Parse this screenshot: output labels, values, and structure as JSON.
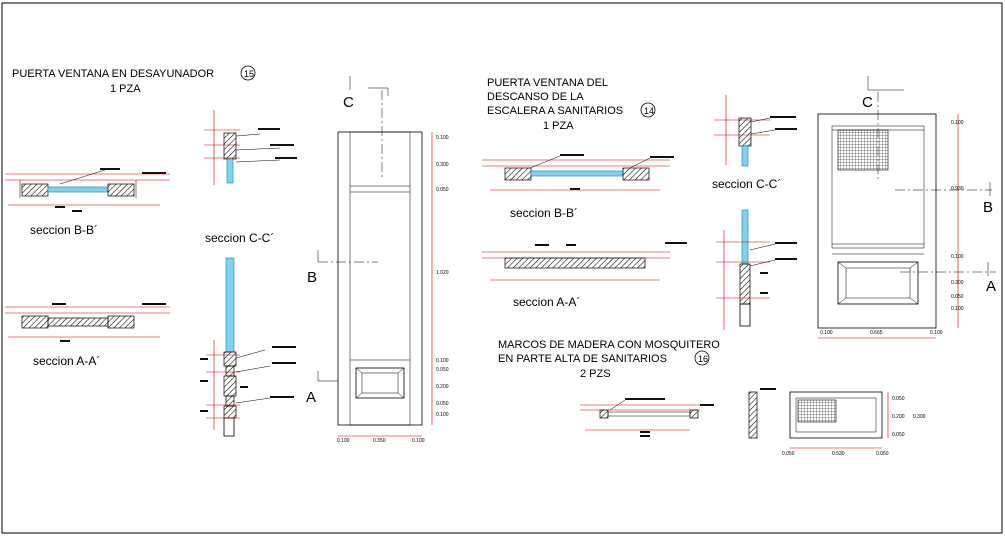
{
  "drawing_1": {
    "title_line1": "PUERTA VENTANA EN DESAYUNADOR",
    "title_number": "15",
    "quantity": "1 PZA",
    "sections": {
      "bb": "seccion B-B´",
      "aa": "seccion A-A´",
      "cc": "seccion C-C´"
    },
    "cut_labels": {
      "c": "C",
      "b": "B",
      "a": "A"
    },
    "elevation_dims_right": [
      "0.100",
      "0.300",
      "0.050",
      "1.020",
      "0.100",
      "0.050",
      "0.200",
      "0.050",
      "0.100"
    ],
    "elevation_dims_bottom": [
      "0.100",
      "0.350",
      "0.100"
    ]
  },
  "drawing_2": {
    "title_line1": "PUERTA VENTANA DEL",
    "title_line2": "DESCANSO DE LA",
    "title_line3": "ESCALERA A SANITARIOS",
    "title_number": "14",
    "quantity": "1 PZA",
    "sections": {
      "bb": "seccion B-B´",
      "aa": "seccion A-A´",
      "cc": "seccion C-C´"
    },
    "cut_labels": {
      "c": "C",
      "b": "B",
      "a": "A"
    },
    "elevation_dims_right": [
      "0.100",
      "0.930",
      "0.100",
      "0.300",
      "0.050",
      "0.100"
    ],
    "elevation_dims_bottom": [
      "0.100",
      "0.665",
      "0.100"
    ]
  },
  "drawing_3": {
    "title_line1": "MARCOS DE MADERA CON MOSQUITERO",
    "title_line2": "EN PARTE ALTA DE SANITARIOS",
    "title_number": "16",
    "quantity": "2 PZS",
    "dims_right": [
      "0.050",
      "0.200",
      "0.300",
      "0.050"
    ],
    "dims_bottom": [
      "0.050",
      "0.530",
      "0.050"
    ]
  },
  "colors": {
    "glass": "#7fd3f0",
    "dimension": "#d40000",
    "line": "#000000"
  }
}
